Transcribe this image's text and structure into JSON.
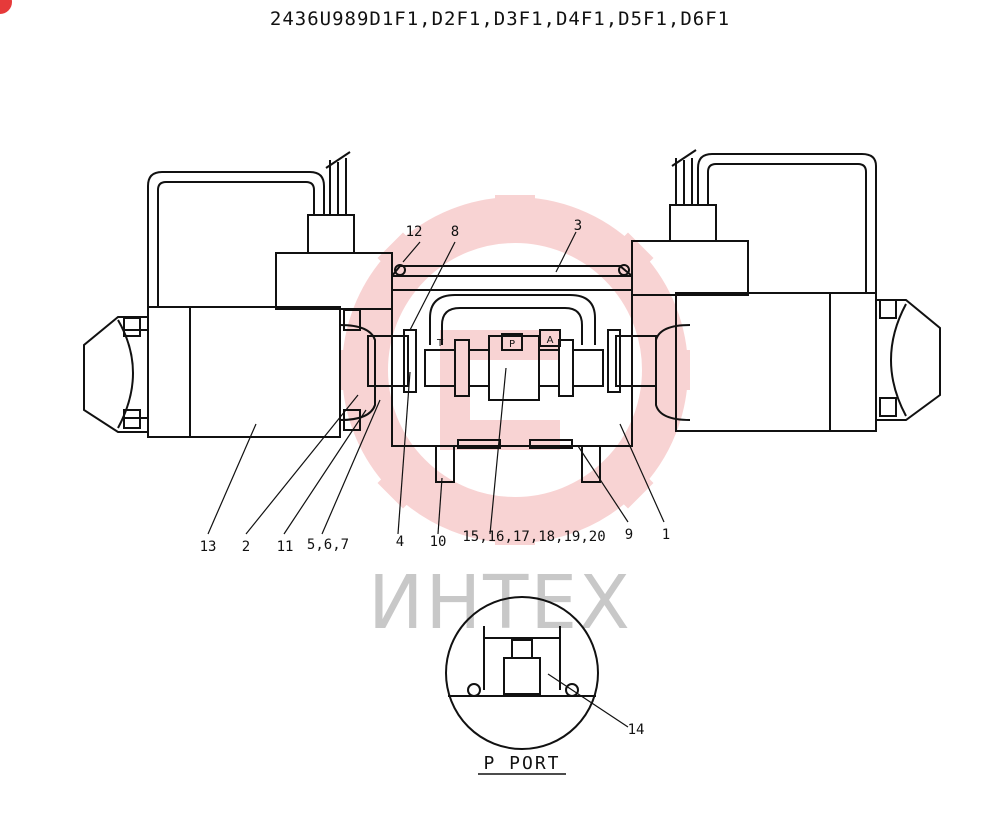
{
  "title": "2436U989D1F1,D2F1,D3F1,D4F1,D5F1,D6F1",
  "watermark": {
    "text": "ИНТЕХ",
    "color": "#f4b8b8"
  },
  "callouts": {
    "c1": "1",
    "c2": "2",
    "c3": "3",
    "c4": "4",
    "c8": "8",
    "c9": "9",
    "c10": "10",
    "c11": "11",
    "c12": "12",
    "c13": "13",
    "c14": "14",
    "c567": "5,6,7",
    "c1520": "15,16,17,18,19,20"
  },
  "inner_labels": {
    "t": "T",
    "p": "P",
    "a": "A"
  },
  "detail": {
    "caption": "P PORT"
  }
}
